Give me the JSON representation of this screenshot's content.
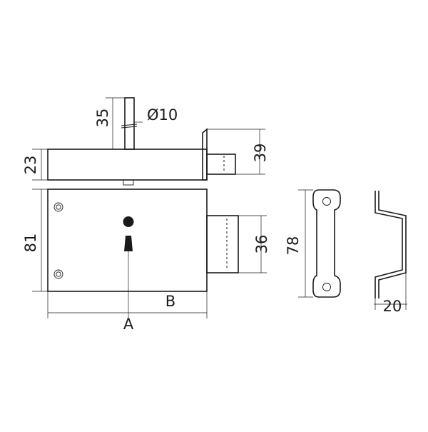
{
  "drawing": {
    "dimensions": {
      "bolt_length": "35",
      "bolt_diameter": "Ø10",
      "cover_height": "23",
      "latch_height": "39",
      "case_height": "81",
      "deadbolt_height": "36",
      "strike_height": "78",
      "strike_depth": "20",
      "dim_a": "A",
      "dim_b": "B"
    }
  }
}
